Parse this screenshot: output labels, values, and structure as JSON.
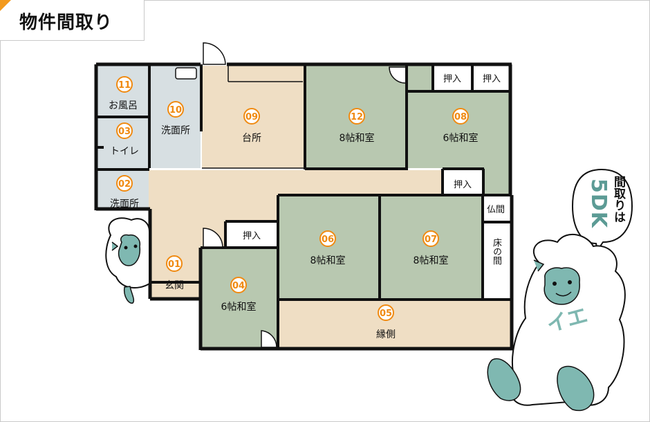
{
  "title": "物件間取り",
  "colors": {
    "wall": "#111111",
    "tatami": "#b8c8b0",
    "wood_floor": "#efdec4",
    "wet_area": "#d7dfe2",
    "number": "#f08a11",
    "mascot": "#7fb8b1"
  },
  "rooms": [
    {
      "id": "bath",
      "num": "11",
      "label": "お風呂"
    },
    {
      "id": "washroom-10",
      "num": "10",
      "label": "洗面所"
    },
    {
      "id": "kitchen",
      "num": "09",
      "label": "台所"
    },
    {
      "id": "tatami-12",
      "num": "12",
      "label": "8帖和室"
    },
    {
      "id": "tatami-08",
      "num": "08",
      "label": "6帖和室"
    },
    {
      "id": "toilet",
      "num": "03",
      "label": "トイレ"
    },
    {
      "id": "washroom-02",
      "num": "02",
      "label": "洗面所"
    },
    {
      "id": "entrance",
      "num": "01",
      "label": "玄関"
    },
    {
      "id": "tatami-04",
      "num": "04",
      "label": "6帖和室"
    },
    {
      "id": "tatami-06",
      "num": "06",
      "label": "8帖和室"
    },
    {
      "id": "tatami-07",
      "num": "07",
      "label": "8帖和室"
    },
    {
      "id": "veranda",
      "num": "05",
      "label": "縁側"
    }
  ],
  "closets": [
    "押入",
    "押入",
    "押入",
    "押入"
  ],
  "altar": "仏間",
  "alcove": "床の間",
  "balloon": {
    "text": "間取りは",
    "big": "5DK"
  },
  "mascot_body_text": "イエ"
}
